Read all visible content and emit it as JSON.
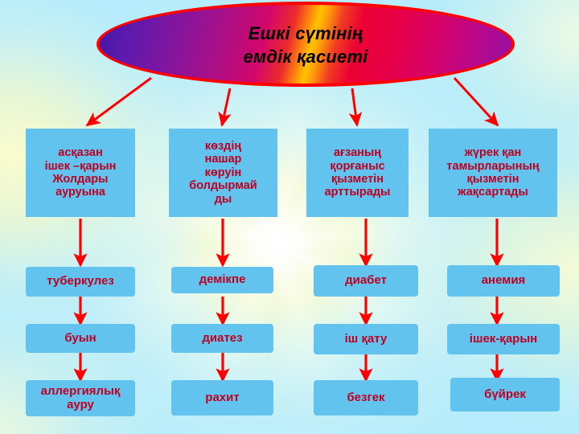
{
  "slide": {
    "title": {
      "line1": "Ешкі сүтінің",
      "line2": "емдік қасиеті"
    },
    "colors": {
      "box_fill": "#62c3ef",
      "box_text": "#c00020",
      "arrow": "#ff0000",
      "ellipse_border": "#ff0000",
      "title_text": "#000000",
      "background": "#cdf1f7"
    },
    "benefits": [
      {
        "id": "benefit-stomach",
        "lines": [
          "асқазан",
          "ішек –қарын",
          "Жолдары",
          "ауруына"
        ]
      },
      {
        "id": "benefit-eyes",
        "lines": [
          "көздің",
          "нашар",
          "көруін",
          "болдырмай",
          "ды"
        ]
      },
      {
        "id": "benefit-immunity",
        "lines": [
          "ағзаның",
          "қорғаныс",
          "қызметін",
          "арттырады"
        ]
      },
      {
        "id": "benefit-heart",
        "lines": [
          "жүрек  қан",
          "тамырларының",
          "қызметін",
          "жақсартады"
        ]
      }
    ],
    "columns": [
      {
        "id": "column-1",
        "diseases": [
          {
            "id": "disease-tuberculosis",
            "lines": [
              "туберкулез"
            ]
          },
          {
            "id": "disease-joint",
            "lines": [
              "буын"
            ]
          },
          {
            "id": "disease-allergy",
            "lines": [
              "аллергиялық",
              "ауру"
            ]
          }
        ]
      },
      {
        "id": "column-2",
        "diseases": [
          {
            "id": "disease-asthma",
            "lines": [
              "демікпе"
            ]
          },
          {
            "id": "disease-diathesis",
            "lines": [
              "диатез"
            ]
          },
          {
            "id": "disease-rickets",
            "lines": [
              "рахит"
            ]
          }
        ]
      },
      {
        "id": "column-3",
        "diseases": [
          {
            "id": "disease-diabetes",
            "lines": [
              "диабет"
            ]
          },
          {
            "id": "disease-constipation",
            "lines": [
              "іш қату"
            ]
          },
          {
            "id": "disease-malaria",
            "lines": [
              "безгек"
            ]
          }
        ]
      },
      {
        "id": "column-4",
        "diseases": [
          {
            "id": "disease-anemia",
            "lines": [
              "анемия"
            ]
          },
          {
            "id": "disease-intestine-stomach",
            "lines": [
              "ішек-қарын"
            ]
          },
          {
            "id": "disease-kidney",
            "lines": [
              "бүйрек"
            ]
          }
        ]
      }
    ]
  }
}
